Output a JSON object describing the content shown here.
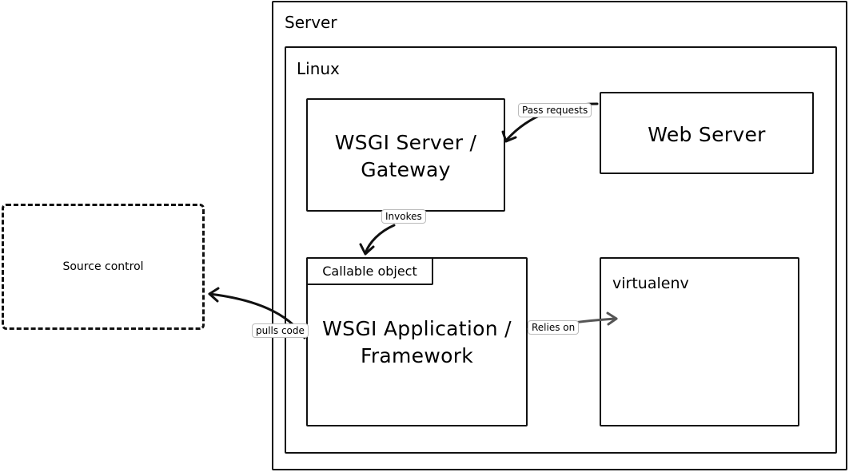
{
  "diagram": {
    "nodes": {
      "server": {
        "label": "Server"
      },
      "linux": {
        "label": "Linux"
      },
      "wsgi_server": {
        "line1": "WSGI Server /",
        "line2": "Gateway"
      },
      "web_server": {
        "label": "Web Server"
      },
      "source_control": {
        "label": "Source control"
      },
      "wsgi_app": {
        "line1": "WSGI Application /",
        "line2": "Framework"
      },
      "callable_object": {
        "label": "Callable object"
      },
      "virtualenv": {
        "label": "virtualenv"
      }
    },
    "edges": {
      "pass_requests": {
        "label": "Pass requests",
        "from": "Web Server",
        "to": "WSGI Server / Gateway"
      },
      "invokes": {
        "label": "Invokes",
        "from": "WSGI Server / Gateway",
        "to": "Callable object"
      },
      "pulls_code": {
        "label": "pulls code",
        "from": "WSGI Application / Framework",
        "to": "Source control"
      },
      "relies_on": {
        "label": "Relies on",
        "from": "WSGI Application / Framework",
        "to": "virtualenv"
      }
    },
    "colors": {
      "stroke": "#111111",
      "label_border": "#bbbbbb",
      "relies_on_arrow": "#555555"
    }
  }
}
